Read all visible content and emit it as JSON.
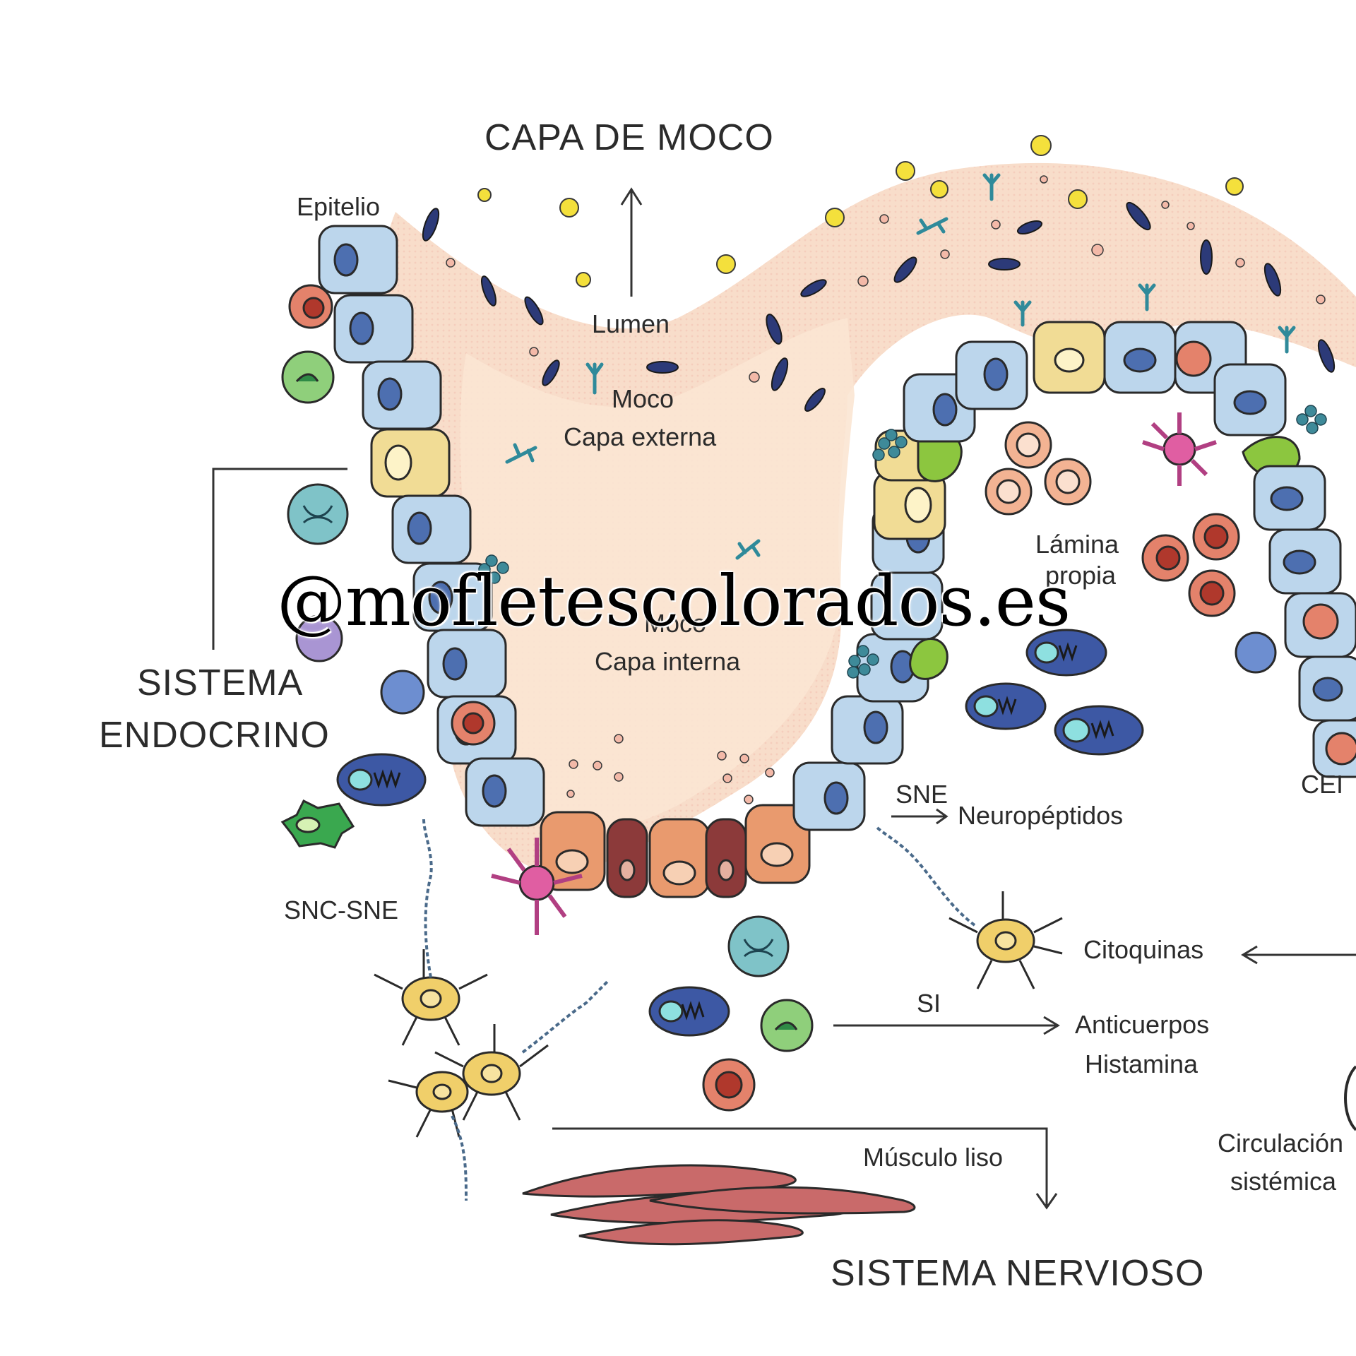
{
  "labels": {
    "capa_de_moco": "CAPA DE MOCO",
    "epitelio": "Epitelio",
    "lumen": "Lumen",
    "moco_externa_1": "Moco",
    "moco_externa_2": "Capa externa",
    "moco_interna_1": "Moco",
    "moco_interna_2": "Capa interna",
    "lamina_propia_1": "Lámina",
    "lamina_propia_2": "propia",
    "sistema_endocrino_1": "SISTEMA",
    "sistema_endocrino_2": "ENDOCRINO",
    "cei": "CEI",
    "sne": "SNE",
    "neuropeptidos": "Neuropéptidos",
    "snc_sne": "SNC-SNE",
    "citoquinas": "Citoquinas",
    "si": "SI",
    "anticuerpos": "Anticuerpos",
    "histamina": "Histamina",
    "circulacion_1": "Circulación",
    "circulacion_2": "sistémica",
    "musculo_liso": "Músculo liso",
    "sistema_nervioso": "SISTEMA NERVIOSO"
  },
  "watermark": "@mofletescolorados.es",
  "colors": {
    "mucus": "#f7dccb",
    "epithelial_cell": "#bcd6ec",
    "goblet_cell": "#f1dc95",
    "nucleus": "#4d6fb0",
    "enteroendocrine": "#8cc63f",
    "paneth_cell": "#e99a6e",
    "paneth_dark": "#8c3a3a",
    "red_cell": "#e4826b",
    "neuron": "#f0cf6a",
    "muscle": "#c96a6a",
    "bacteria": "#2c3a78",
    "particles": "#f4e03c"
  }
}
